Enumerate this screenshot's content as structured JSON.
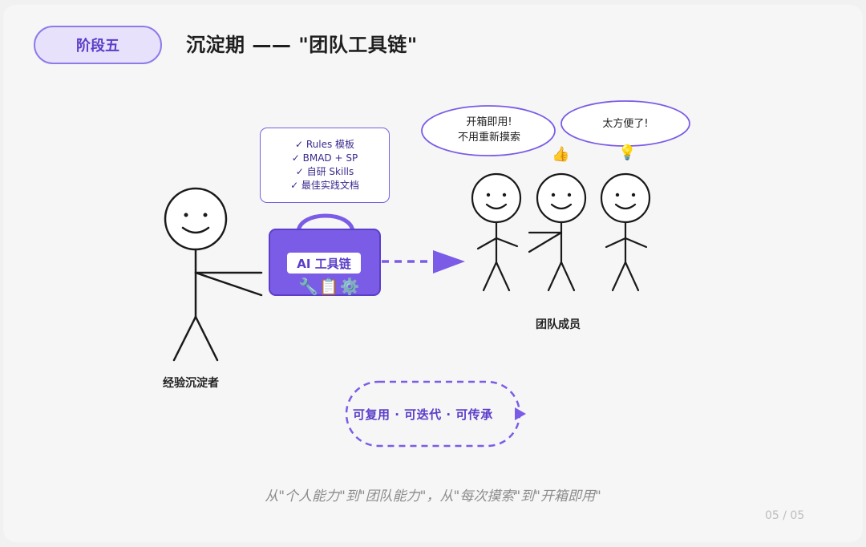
{
  "header": {
    "stage_label": "阶段五",
    "title": "沉淀期 —— \"团队工具链\""
  },
  "diagram": {
    "contributor_label": "经验沉淀者",
    "checklist": [
      "✓ Rules 模板",
      "✓ BMAD + SP",
      "✓ 自研 Skills",
      "✓ 最佳实践文档"
    ],
    "toolbox_label": "AI 工具链",
    "toolbox_icons": "🔧📋⚙️",
    "bubble_1": [
      "开箱即用!",
      "不用重新摸索"
    ],
    "bubble_2": "太方便了!",
    "emoji_thumb": "👍",
    "emoji_bulb": "💡",
    "team_label": "团队成员",
    "loop_text": "可复用 · 可迭代 · 可传承"
  },
  "footer": {
    "quote": "从\"个人能力\"到\"团队能力\"，从\"每次摸索\"到\"开箱即用\"",
    "page": "05 / 05"
  },
  "colors": {
    "accent": "#7b5ce6",
    "accent_dark": "#5b3ec9",
    "pill_bg": "#e7e1fb"
  }
}
